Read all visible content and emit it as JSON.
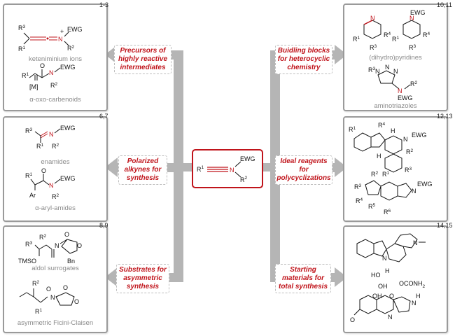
{
  "center": {
    "formula_parts": [
      "R",
      "1",
      "N",
      "EWG",
      "R",
      "2"
    ]
  },
  "callouts": {
    "precursors": [
      "Precursors of",
      "highly reactive",
      "intermediates"
    ],
    "building_blocks": [
      "Buidling blocks",
      "for heterocyclic",
      "chemistry"
    ],
    "polarized": [
      "Polarized",
      "alkynes for",
      "synthesis"
    ],
    "ideal": [
      "Ideal reagents",
      "for",
      "polycyclizations"
    ],
    "substrates": [
      "Substrates for",
      "asymmetric",
      "synthesis"
    ],
    "starting": [
      "Starting",
      "materials for",
      "total synthesis"
    ]
  },
  "panels": {
    "top_left": {
      "ref": "1-3",
      "captions": [
        "keteniminium ions",
        "α-oxo-carbenoids"
      ]
    },
    "mid_left": {
      "ref": "6,7",
      "captions": [
        "enamides",
        "α-aryl-amides"
      ]
    },
    "bottom_left": {
      "ref": "8,9",
      "captions": [
        "aldol surrogates",
        "asymmetric Ficini-Claisen"
      ]
    },
    "top_right": {
      "ref": "10,11",
      "captions": [
        "(dihydro)pyridines",
        "aminotriazoles"
      ]
    },
    "mid_right": {
      "ref": "12,13",
      "captions": []
    },
    "bottom_right": {
      "ref": "14,15",
      "captions": []
    }
  },
  "structure_labels": {
    "ewg": "EWG",
    "r1": "R",
    "r2": "R",
    "r3": "R",
    "r4": "R",
    "r5": "R",
    "r6": "R",
    "ar": "Ar",
    "tmso": "TMSO",
    "bn": "Bn",
    "h": "H",
    "oh": "OH",
    "ho": "HO",
    "oconh2": "OCONH",
    "n": "N",
    "o": "O",
    "m": "[M]",
    "plus": "+"
  },
  "colors": {
    "accent": "#c0141b",
    "arrow": "#b5b5b5",
    "panel_border": "#9a9a9a",
    "caption": "#8a8a8a"
  }
}
